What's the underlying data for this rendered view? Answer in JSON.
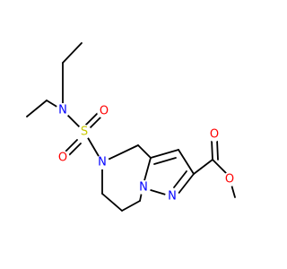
{
  "colors": {
    "carbon": "#000000",
    "nitrogen": "#0000ff",
    "oxygen": "#ff0000",
    "sulfur": "#c8c800",
    "background": "#ffffff"
  },
  "atoms": {
    "n_sulfonamide": {
      "label": "N",
      "element": "nitrogen"
    },
    "s": {
      "label": "S",
      "element": "sulfur"
    },
    "o_s_upper": {
      "label": "O",
      "element": "oxygen"
    },
    "o_s_left": {
      "label": "O",
      "element": "oxygen"
    },
    "n_ring": {
      "label": "N",
      "element": "nitrogen"
    },
    "n_pyrazole_1": {
      "label": "N",
      "element": "nitrogen"
    },
    "n_pyrazole_2": {
      "label": "N",
      "element": "nitrogen"
    },
    "o_carbonyl": {
      "label": "O",
      "element": "oxygen"
    },
    "o_ester": {
      "label": "O",
      "element": "oxygen"
    }
  }
}
